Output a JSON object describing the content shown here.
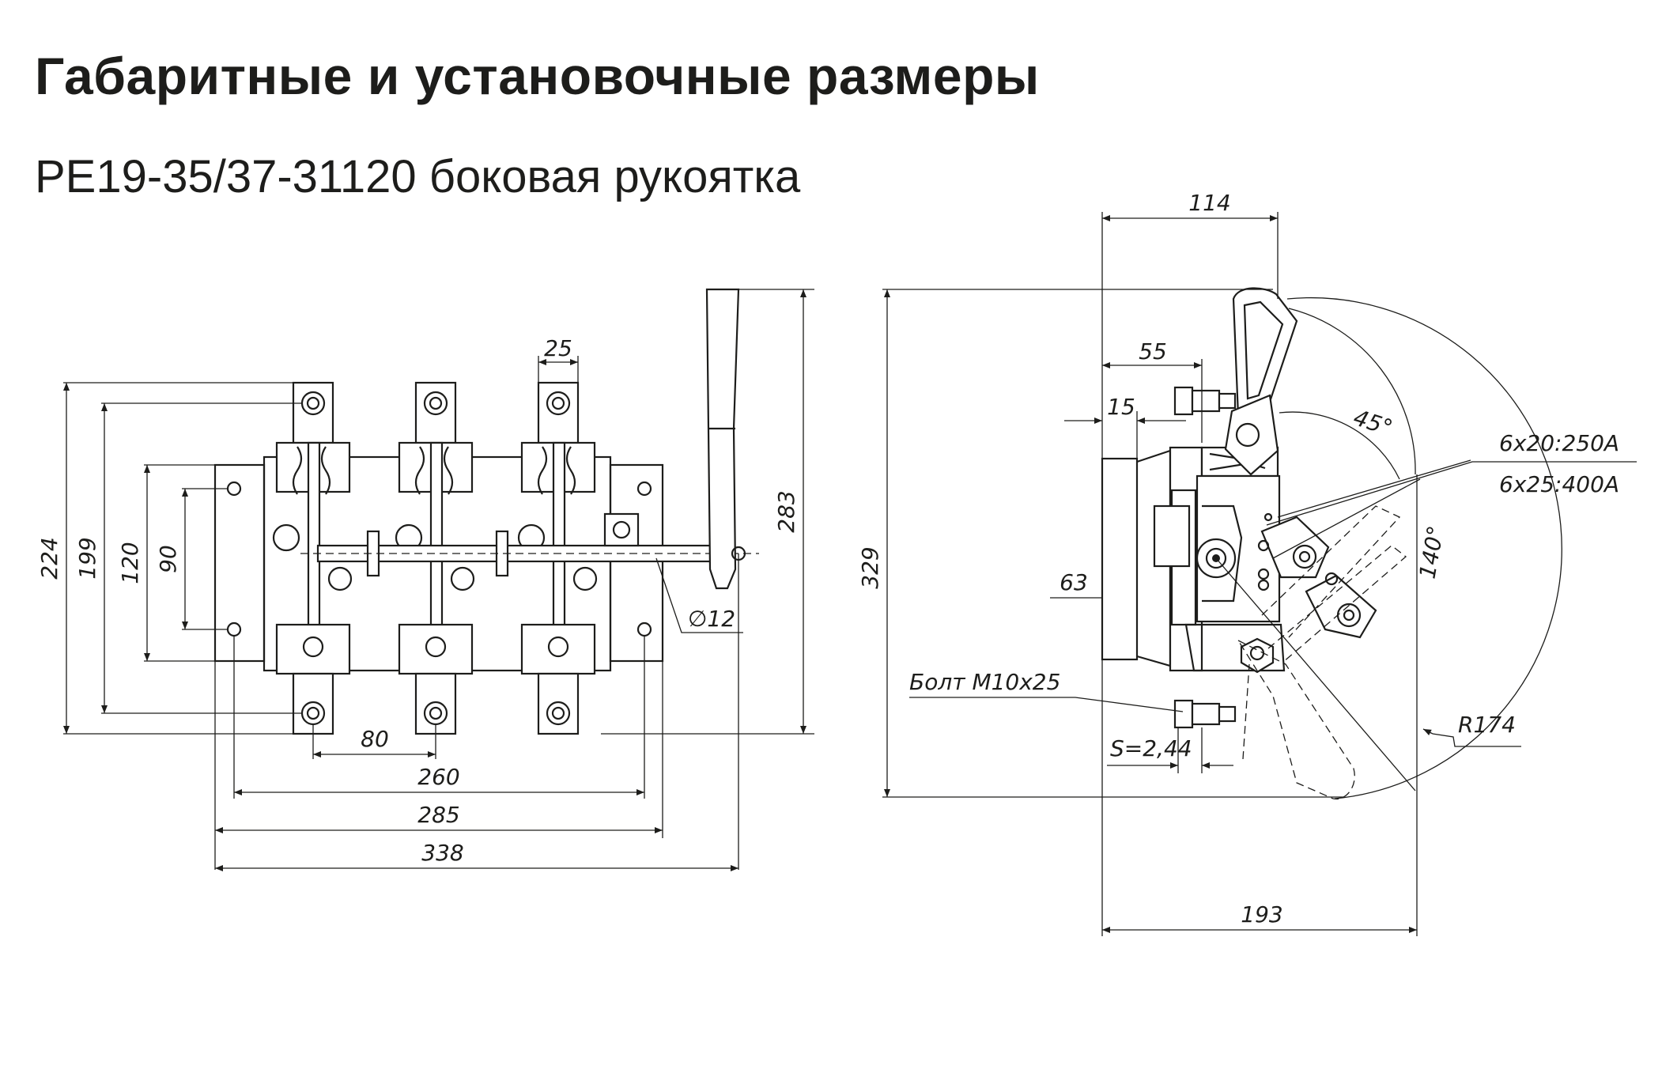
{
  "title": "Габаритные и установочные размеры",
  "subtitle": "РЕ19-35/37-31120 боковая рукоятка",
  "front_view": {
    "dims": {
      "d25": "25",
      "d224": "224",
      "d199": "199",
      "d120": "120",
      "d90": "90",
      "d283": "283",
      "phi12": "∅12",
      "d80": "80",
      "d260": "260",
      "d285": "285",
      "d338": "338"
    }
  },
  "side_view": {
    "dims": {
      "d114": "114",
      "d55": "55",
      "d15": "15",
      "d329": "329",
      "d63": "63",
      "bolt": "Болт М10х25",
      "s244": "S=2,44",
      "d193": "193",
      "r174": "R174",
      "a45": "45°",
      "a140": "140°",
      "bus250": "6х20:250А",
      "bus400": "6х25:400А"
    }
  }
}
